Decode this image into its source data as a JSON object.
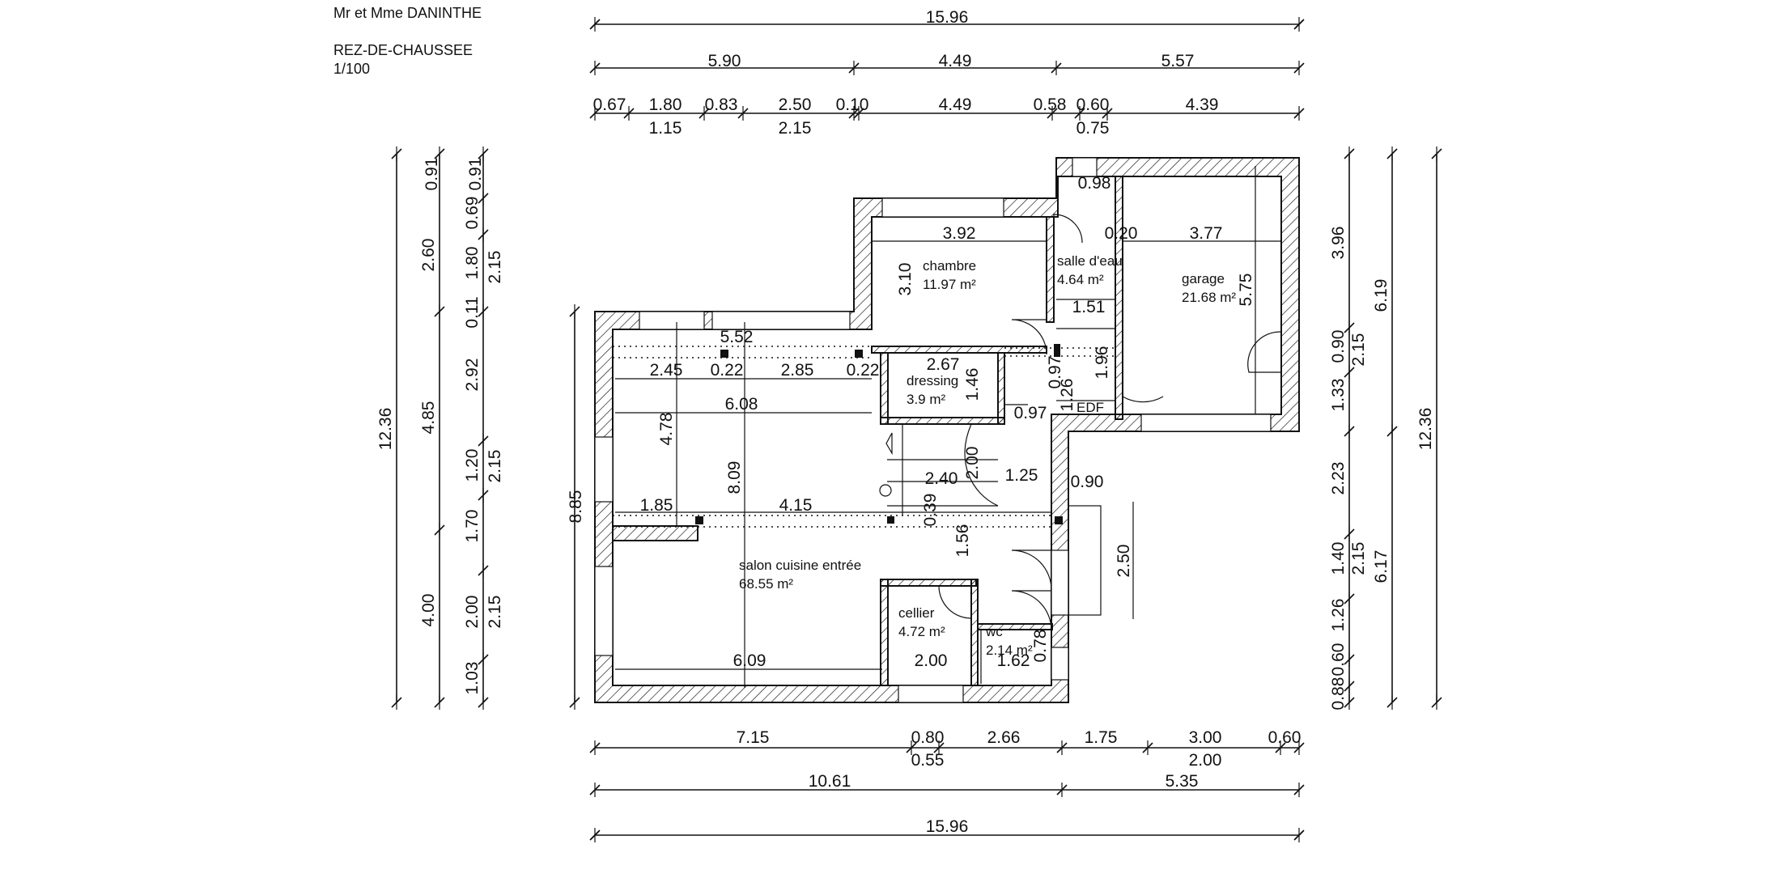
{
  "header": {
    "client": "Mr et Mme DANINTHE",
    "level": "REZ-DE-CHAUSSEE",
    "scale": "1/100"
  },
  "rooms": [
    {
      "name": "chambre",
      "area": "11.97 m²"
    },
    {
      "name": "salle d'eau",
      "area": "4.64 m²"
    },
    {
      "name": "garage",
      "area": "21.68 m²"
    },
    {
      "name": "dressing",
      "area": "3.9 m²"
    },
    {
      "name": "salon cuisine entrée",
      "area": "68.55 m²"
    },
    {
      "name": "cellier",
      "area": "4.72 m²"
    },
    {
      "name": "wc",
      "area": "2.14 m²"
    }
  ],
  "labels": {
    "edf": "EDF"
  },
  "dims": {
    "top_total": "15.96",
    "top_mid": [
      "5.90",
      "4.49",
      "5.57"
    ],
    "top_fine": [
      "0.67",
      "1.80",
      "0.83",
      "2.50",
      "0.10",
      "4.49",
      "0.58",
      "0.60",
      "4.39"
    ],
    "top_fine_low": [
      "1.15",
      "2.15",
      "0.75"
    ],
    "bottom_fine": [
      "7.15",
      "0.80",
      "2.66",
      "1.75",
      "3.00",
      "0.60"
    ],
    "bottom_fine_low": [
      "0.55",
      "2.00"
    ],
    "bottom_mid": [
      "10.61",
      "5.35"
    ],
    "bottom_total": "15.96",
    "left_total": "12.36",
    "left_mid": [
      "2.60",
      "4.85",
      "4.00"
    ],
    "left_fine": [
      "0.91",
      "0.69",
      "1.80",
      "0.11",
      "2.92",
      "1.20",
      "1.70",
      "2.00",
      "1.03"
    ],
    "left_fine2": [
      "0.91",
      "2.15",
      "2.15",
      "2.15"
    ],
    "left_wall": "8.85",
    "right_fine": [
      "3.96",
      "0.90",
      "1.33",
      "2.23",
      "1.40",
      "1.26",
      "0.60",
      "0.88"
    ],
    "right_fine2": [
      "2.15",
      "2.15"
    ],
    "right_mid": [
      "6.19",
      "6.17"
    ],
    "right_total": "12.36",
    "interior": [
      "5.52",
      "2.45",
      "0.22",
      "2.85",
      "0.22",
      "6.08",
      "4.78",
      "8.09",
      "3.92",
      "3.10",
      "0.98",
      "0.20",
      "3.77",
      "5.75",
      "1.51",
      "2.67",
      "1.46",
      "0.97",
      "1.96",
      "0.97",
      "1.26",
      "1.85",
      "4.15",
      "2.40",
      "2.00",
      "1.25",
      "0.90",
      "0.39",
      "1.56",
      "2.50",
      "6.09",
      "2.00",
      "1.62",
      "0.78"
    ]
  }
}
